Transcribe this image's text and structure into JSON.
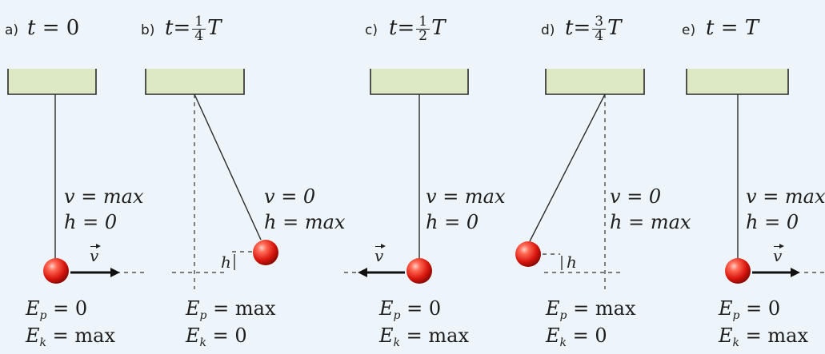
{
  "panels": [
    {
      "letter": "a)",
      "time": {
        "var": "t",
        "eq": "=",
        "coef": "",
        "frac": null,
        "sym": "0"
      },
      "state": {
        "v": "v = max",
        "h": "h = 0"
      },
      "energy": {
        "Ep_val": "= 0",
        "Ek_val": "= max"
      },
      "velocity_label": "v",
      "height_label": ""
    },
    {
      "letter": "b)",
      "time": {
        "var": "t",
        "eq": "=",
        "frac": {
          "num": "1",
          "den": "4"
        },
        "sym": "T"
      },
      "state": {
        "v": "v = 0",
        "h": "h = max"
      },
      "energy": {
        "Ep_val": "= max",
        "Ek_val": "= 0"
      },
      "velocity_label": "",
      "height_label": "h"
    },
    {
      "letter": "c)",
      "time": {
        "var": "t",
        "eq": "=",
        "frac": {
          "num": "1",
          "den": "2"
        },
        "sym": "T"
      },
      "state": {
        "v": "v = max",
        "h": "h = 0"
      },
      "energy": {
        "Ep_val": "= 0",
        "Ek_val": "= max"
      },
      "velocity_label": "v",
      "height_label": ""
    },
    {
      "letter": "d)",
      "time": {
        "var": "t",
        "eq": "=",
        "frac": {
          "num": "3",
          "den": "4"
        },
        "sym": "T"
      },
      "state": {
        "v": "v = 0",
        "h": "h = max"
      },
      "energy": {
        "Ep_val": "= max",
        "Ek_val": "= 0"
      },
      "velocity_label": "",
      "height_label": "h"
    },
    {
      "letter": "e)",
      "time": {
        "var": "t",
        "eq": "=",
        "frac": null,
        "sym": "T"
      },
      "state": {
        "v": "v = max",
        "h": "h = 0"
      },
      "energy": {
        "Ep_val": "= 0",
        "Ek_val": "= max"
      },
      "velocity_label": "v",
      "height_label": ""
    }
  ],
  "symbols": {
    "Ep": "E",
    "Ep_sub": "p",
    "Ek": "E",
    "Ek_sub": "k"
  },
  "colors": {
    "background": "#eef5fa",
    "support_fill": "#dde8c4",
    "line": "#2a2a2a",
    "bob": "#e0201a",
    "bob_highlight": "#ffb0a8"
  }
}
